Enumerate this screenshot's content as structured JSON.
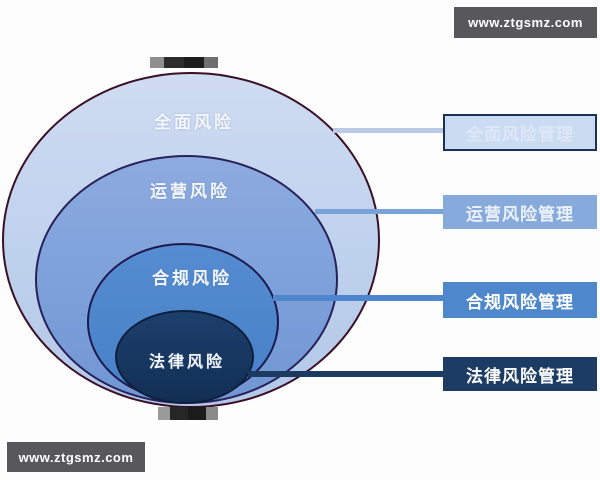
{
  "watermarks": {
    "top": {
      "text": "www.ztgsmz.com",
      "background": "#58585a",
      "text_color": "#ffffff"
    },
    "bottom": {
      "text": "www.ztgsmz.com",
      "background": "#58585a",
      "text_color": "#ffffff"
    }
  },
  "diagram": {
    "type": "nested-circles-risk-hierarchy",
    "rings": [
      {
        "label": "全面风险",
        "fill": "#bed1ed",
        "border_color": "#3a1026",
        "text_color": "#f4f7fc"
      },
      {
        "label": "运营风险",
        "fill": "#7da0da",
        "border_color": "#28215a",
        "text_color": "#f4f7fc"
      },
      {
        "label": "合规风险",
        "fill": "#4c85cb",
        "border_color": "#1d1a50",
        "text_color": "#f4f7fc"
      },
      {
        "label": "法律风险",
        "fill": "#16365f",
        "border_color": "#0e1f3d",
        "text_color": "#f4f7fc"
      }
    ],
    "management_boxes": [
      {
        "label": "全面风险管理",
        "fill": "#cbdcf2",
        "border_color": "#1d3156",
        "text_color": "#dde7f6",
        "connector_color": "#b9c9e6"
      },
      {
        "label": "运营风险管理",
        "fill": "#86aadb",
        "border_color": "",
        "text_color": "#edf2fa",
        "connector_color": "#79a3d8"
      },
      {
        "label": "合规风险管理",
        "fill": "#4f87cd",
        "border_color": "",
        "text_color": "#ffffff",
        "connector_color": "#4d86cc"
      },
      {
        "label": "法律风险管理",
        "fill": "#1c3c64",
        "border_color": "",
        "text_color": "#ffffff",
        "connector_color": "#1b3a60"
      }
    ]
  }
}
